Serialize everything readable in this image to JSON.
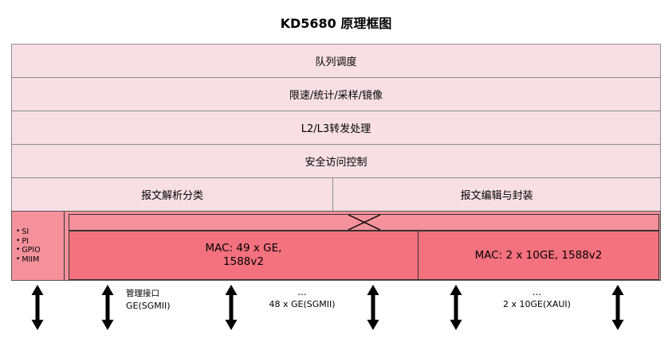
{
  "title": "KD5680 原理框图",
  "layers": [
    {
      "label": "队列调度"
    },
    {
      "label": "限速/统计/采样/镜像"
    },
    {
      "label": "L2/L3转发处理"
    },
    {
      "label": "安全访问控制"
    }
  ],
  "parse_edit_row": {
    "left": "报文解析分类",
    "right": "报文编辑与封装"
  },
  "io_block": {
    "sidebar": [
      "SI",
      "PI",
      "GPIO",
      "MIIM"
    ],
    "crossbar_icon": "crossbar-x-icon",
    "mac_ge": "MAC: 49 x GE,\n1588v2",
    "mac_10ge": "MAC: 2 x 10GE, 1588v2"
  },
  "port_labels": [
    {
      "line1": "管理接口",
      "line2": "GE(SGMII)"
    },
    {
      "line1": "...",
      "line2": "48 x GE(SGMII)"
    },
    {
      "line1": "...",
      "line2": "2 x 10GE(XAUI)"
    }
  ],
  "colors": {
    "layer_fill": "#f7dfe4",
    "io_fill": "#f5919b",
    "mac_fill": "#f4717e",
    "border_light": "#8c8c8c",
    "border_dark": "#333333",
    "arrow": "#000000"
  }
}
